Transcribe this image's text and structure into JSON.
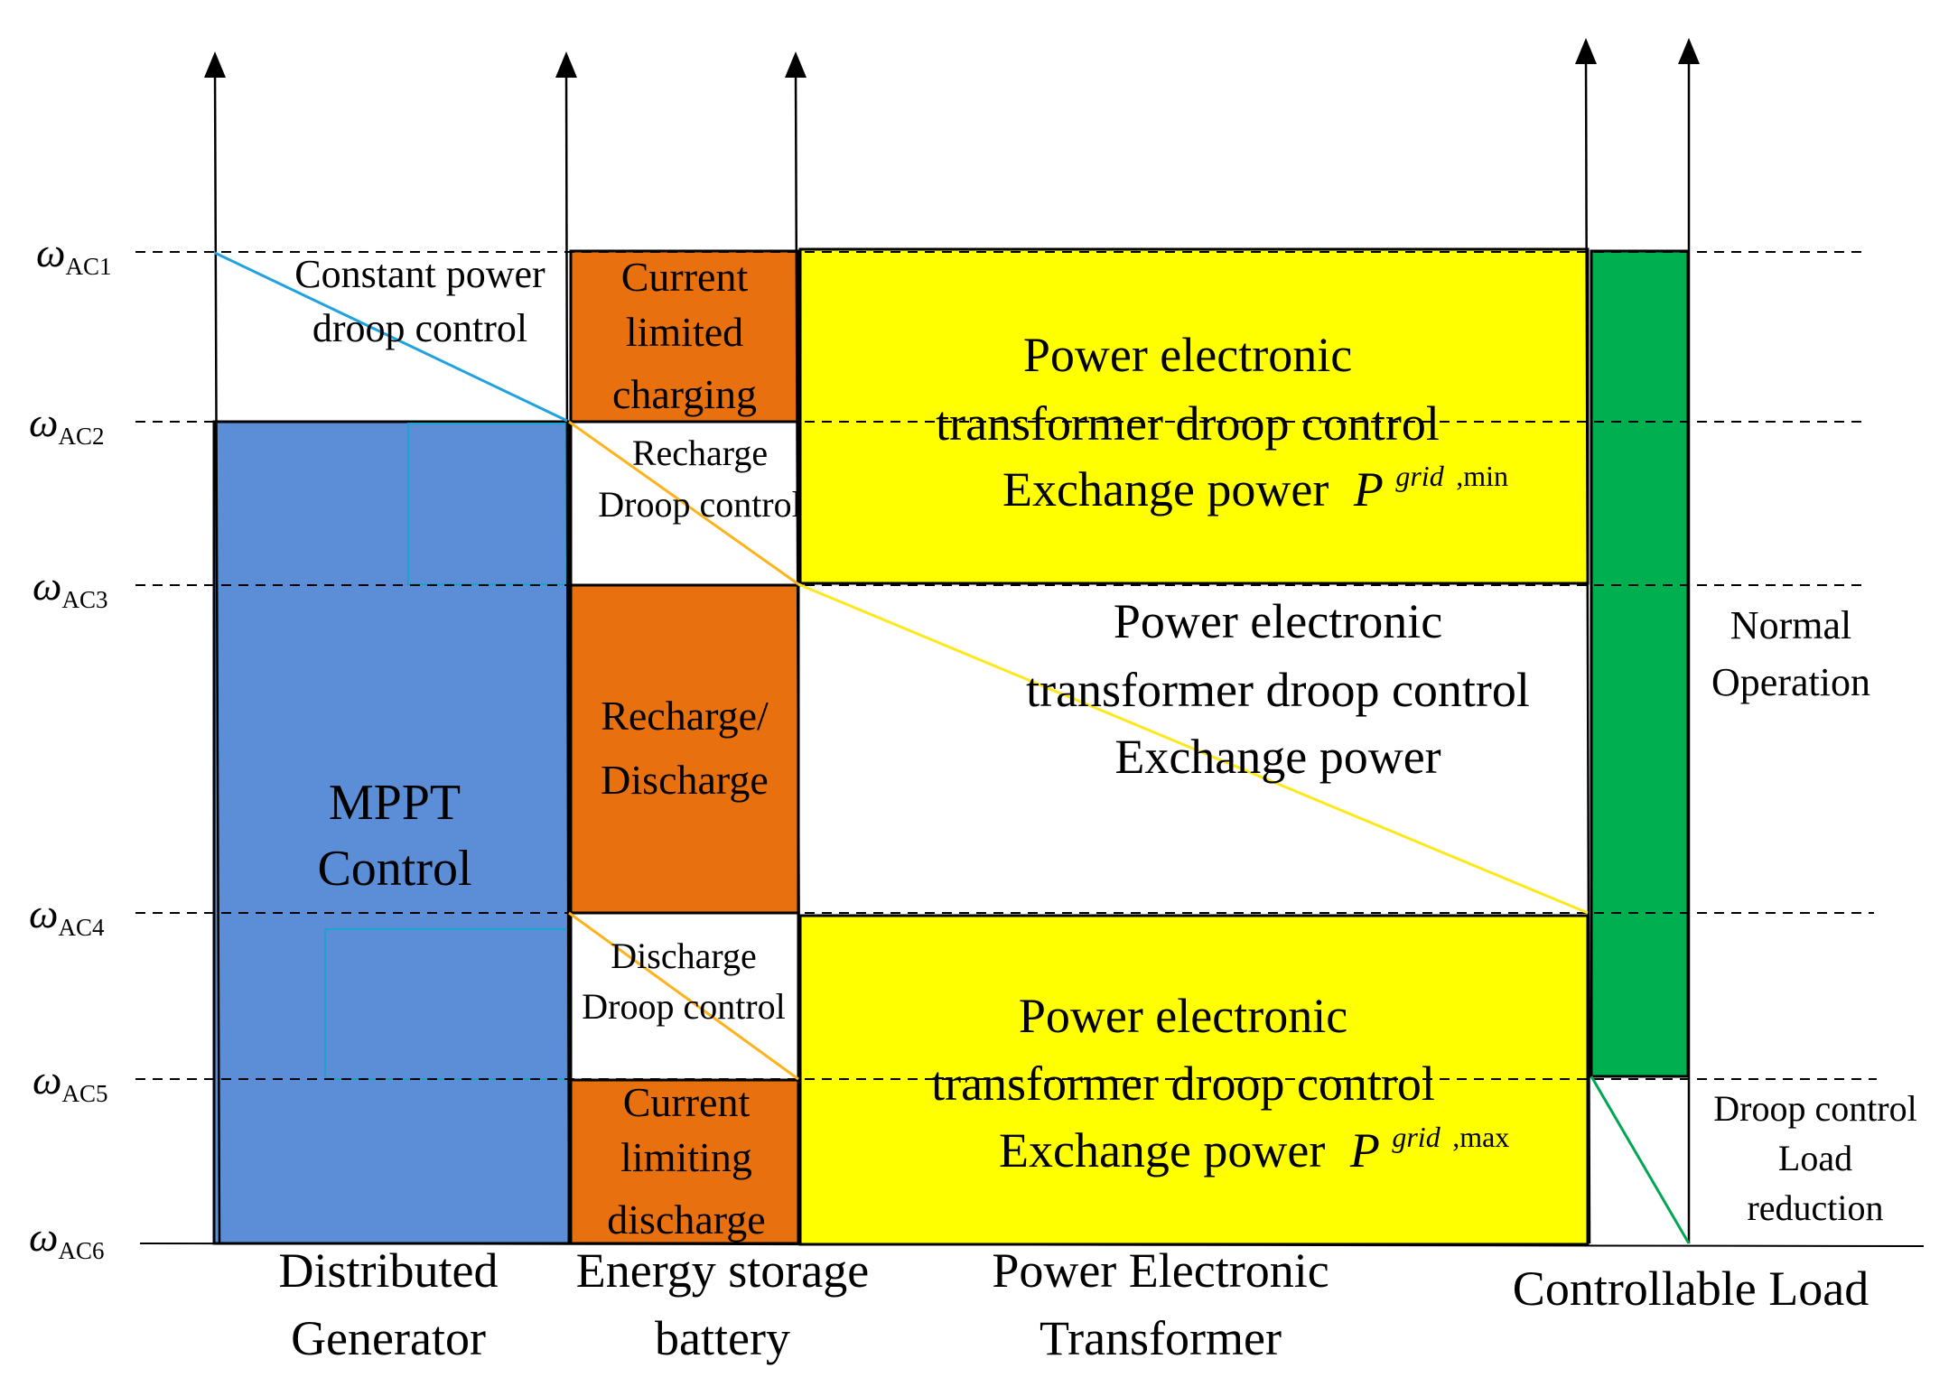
{
  "levels": [
    {
      "sym": "ω",
      "sub": "AC1"
    },
    {
      "sym": "ω",
      "sub": "AC2"
    },
    {
      "sym": "ω",
      "sub": "AC3"
    },
    {
      "sym": "ω",
      "sub": "AC4"
    },
    {
      "sym": "ω",
      "sub": "AC5"
    },
    {
      "sym": "ω",
      "sub": "AC6"
    }
  ],
  "dg": {
    "constant_line1": "Constant power",
    "constant_line2": "droop control",
    "mppt_line1": "MPPT",
    "mppt_line2": "Control"
  },
  "battery": {
    "current_limited_1": "Current",
    "current_limited_2": "limited",
    "current_limited_3": "charging",
    "recharge_droop_1": "Recharge",
    "recharge_droop_2": "Droop control",
    "recharge_discharge_1": "Recharge/",
    "recharge_discharge_2": "Discharge",
    "discharge_droop_1": "Discharge",
    "discharge_droop_2": "Droop control",
    "current_limiting_1": "Current",
    "current_limiting_2": "limiting",
    "current_limiting_3": "discharge"
  },
  "pet": {
    "top_line1": "Power electronic",
    "top_line2": "transformer droop control",
    "top_line3": "Exchange power",
    "top_P": "P",
    "top_sup_italic": "grid",
    "top_sup_rest": ",min",
    "mid_line1": "Power electronic",
    "mid_line2": "transformer droop control",
    "mid_line3": "Exchange power",
    "bot_line1": "Power electronic",
    "bot_line2": "transformer droop control",
    "bot_line3": "Exchange power",
    "bot_P": "P",
    "bot_sup_italic": "grid",
    "bot_sup_rest": ",max"
  },
  "load": {
    "normal_1": "Normal",
    "normal_2": "Operation",
    "droop_1": "Droop control",
    "droop_2": "Load",
    "droop_3": "reduction"
  },
  "columns": {
    "dg_1": "Distributed",
    "dg_2": "Generator",
    "esb_1": "Energy storage",
    "esb_2": "battery",
    "pet_1": "Power Electronic",
    "pet_2": "Transformer",
    "load_1": "Controllable Load"
  },
  "colors": {
    "mppt": "#5B8ED6",
    "battery": "#E8700F",
    "pet": "#FFFF00",
    "load": "#00B050",
    "line_blue": "#1FA2E0",
    "line_orange": "#FFB21A",
    "line_yellow": "#FFE81A",
    "line_green": "#00A651"
  }
}
